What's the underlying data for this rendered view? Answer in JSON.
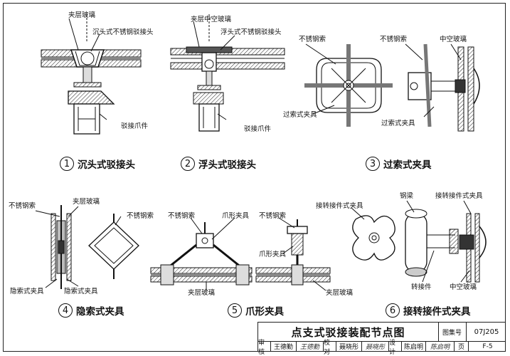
{
  "details": [
    {
      "num": "1",
      "title": "沉头式驳接头"
    },
    {
      "num": "2",
      "title": "浮头式驳接头"
    },
    {
      "num": "3",
      "title": "过索式夹具"
    },
    {
      "num": "4",
      "title": "隐索式夹具"
    },
    {
      "num": "5",
      "title": "爪形夹具"
    },
    {
      "num": "6",
      "title": "接转接件式夹具"
    }
  ],
  "labels": {
    "d1_glass": "夹层玻璃",
    "d1_head": "沉头式不锈钢驳接头",
    "d1_claw": "驳接爪件",
    "d2_glass": "夹层中空玻璃",
    "d2_head": "浮头式不锈钢驳接头",
    "d2_claw": "驳接爪件",
    "d3_cable": "不锈钢索",
    "d3_clamp": "过索式夹具",
    "d3b_cable": "不锈钢索",
    "d3b_glass": "中空玻璃",
    "d3b_clamp": "过索式夹具",
    "d4_cable": "不锈钢索",
    "d4_glass": "夹层玻璃",
    "d4_clamp": "隐索式夹具",
    "d4_clamp2": "隐索式夹具",
    "d4b_cable": "不锈钢索",
    "d5_cable": "不锈钢索",
    "d5_claw": "爪形夹具",
    "d5_glass": "夹层玻璃",
    "d5b_cable": "不锈钢索",
    "d5b_claw": "爪形夹具",
    "d5b_glass": "夹层玻璃",
    "d6_clamp": "接转接件式夹具",
    "d6_beam": "钢梁",
    "d6_clamp2": "接转接件式夹具",
    "d6_adapter": "转接件",
    "d6_glass": "中空玻璃"
  },
  "titleblock": {
    "title": "点支式驳接装配节点图",
    "atlas_label": "图集号",
    "atlas_no": "07J205",
    "review_label": "审核",
    "reviewer": "王德勤",
    "reviewer_sig": "王德勤",
    "check_label": "校对",
    "checker": "聂晓彤",
    "checker_sig": "聂晓彤",
    "design_label": "设计",
    "designer": "陈启明",
    "designer_sig": "陈启明",
    "page_label": "页",
    "page_no": "F-5"
  }
}
